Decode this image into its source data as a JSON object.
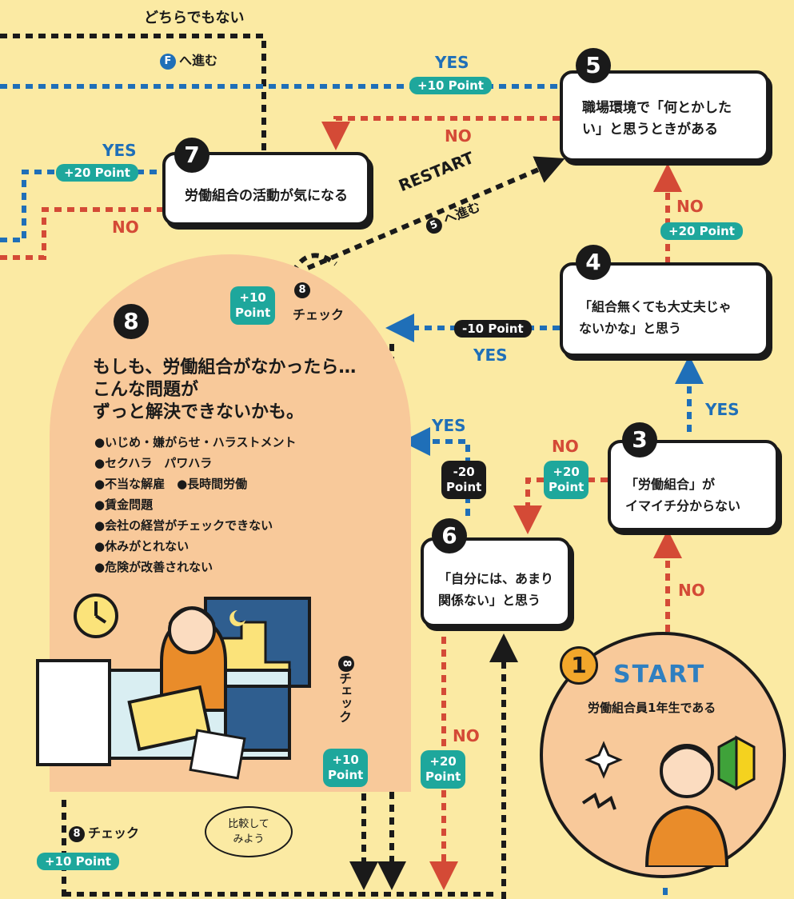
{
  "top_label": "どちらでもない",
  "goto_f": {
    "letter": "F",
    "text": "へ進む"
  },
  "restart": {
    "label": "RESTART",
    "circle": "5",
    "text": "へ進む"
  },
  "yes": "YES",
  "no": "NO",
  "points": {
    "plus10": "+10 Point",
    "plus20": "+20 Point",
    "minus10": "-10 Point",
    "plus10_a": "+10",
    "point_a": "Point",
    "plus10_b": "+10",
    "point_b": "Point",
    "plus20_b": "+20",
    "point_c": "Point",
    "plus20_c": "+20",
    "point_d": "Point",
    "minus20": "-20",
    "point_e": "Point"
  },
  "check": {
    "circle": "8",
    "label": "チェック"
  },
  "steps": {
    "s1": {
      "num": "1",
      "title": "START",
      "text": "労働組合員1年生である"
    },
    "s3": {
      "num": "3",
      "line1": "「労働組合」が",
      "line2": "イマイチ分からない"
    },
    "s4": {
      "num": "4",
      "line1": "「組合無くても大丈夫じゃ",
      "line2": "ないかな」と思う"
    },
    "s5": {
      "num": "5",
      "line1": "職場環境で「何とかした",
      "line2": "い」と思うときがある"
    },
    "s6": {
      "num": "6",
      "line1": "「自分には、あまり",
      "line2": "関係ない」と思う"
    },
    "s7": {
      "num": "7",
      "line1": "労働組合の活動が気になる"
    },
    "s8": {
      "num": "8",
      "head1": "もしも、労働組合がなかったら…",
      "head2": "こんな問題が",
      "head3": "ずっと解決できないかも。",
      "bullets": [
        "●いじめ・嫌がらせ・ハラストメント",
        "●セクハラ　パワハラ",
        "●不当な解雇　●長時間労働",
        "●賃金問題",
        "●会社の経営がチェックできない",
        "●休みがとれない",
        "●危険が改善されない"
      ]
    }
  },
  "compare_bubble": {
    "line1": "比較して",
    "line2": "みよう"
  },
  "colors": {
    "yes": "#1f6fb8",
    "no": "#d44a36",
    "point": "#1ea79c",
    "background": "#fbeaa3",
    "panel": "#f8c99a"
  }
}
